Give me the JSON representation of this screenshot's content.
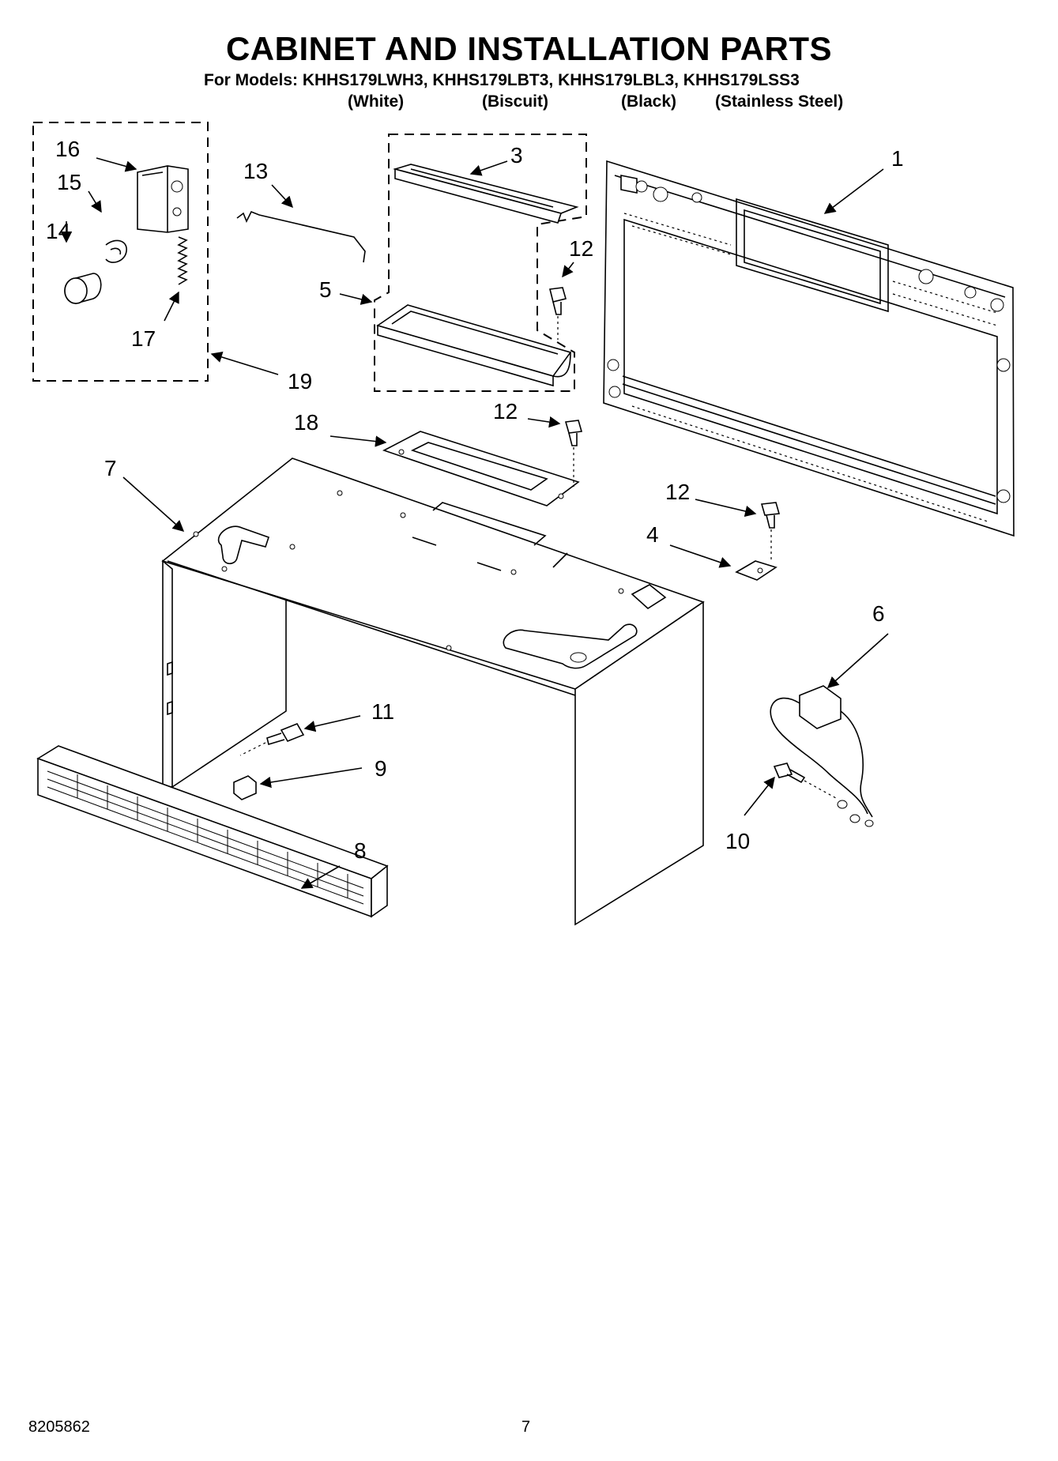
{
  "header": {
    "title": "CABINET AND INSTALLATION PARTS",
    "models_line": "For Models: KHHS179LWH3, KHHS179LBT3, KHHS179LBL3, KHHS179LSS3",
    "variants": [
      "(White)",
      "(Biscuit)",
      "(Black)",
      "(Stainless Steel)"
    ]
  },
  "callouts": {
    "c1": "1",
    "c3": "3",
    "c4": "4",
    "c5": "5",
    "c6": "6",
    "c7": "7",
    "c8": "8",
    "c9": "9",
    "c10": "10",
    "c11": "11",
    "c12a": "12",
    "c12b": "12",
    "c12c": "12",
    "c13": "13",
    "c14": "14",
    "c15": "15",
    "c16": "16",
    "c17": "17",
    "c18": "18",
    "c19": "19"
  },
  "footer": {
    "doc_number": "8205862",
    "page_number": "7"
  }
}
